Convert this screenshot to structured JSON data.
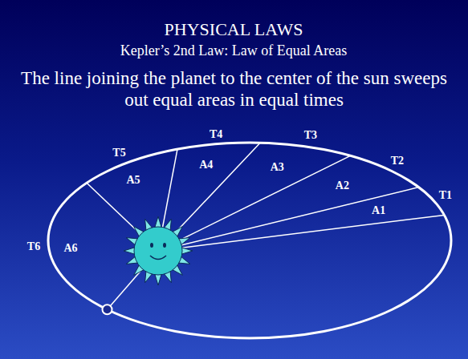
{
  "diagram": {
    "title": "PHYSICAL LAWS",
    "labels": [
      "Kepler’s 2nd Law: Law of Equal Areas",
      "The line joining the planet to the center of the sun sweeps out equal areas in equal times",
      "T5",
      "T4",
      "T3",
      "T2",
      "T1",
      "A5",
      "A4",
      "A3",
      "A2",
      "A1",
      "T6",
      "A6"
    ]
  }
}
